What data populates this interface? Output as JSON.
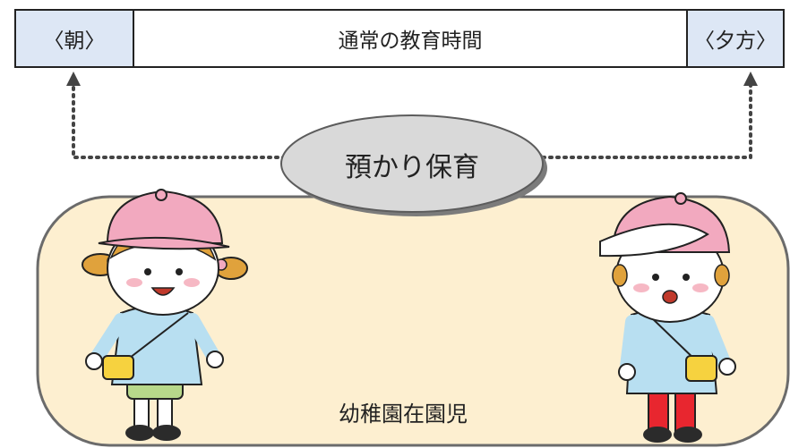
{
  "timeline": {
    "morning": "〈朝〉",
    "regular": "通常の教育時間",
    "evening": "〈夕方〉"
  },
  "childcare": {
    "label": "預かり保育"
  },
  "kindergarten": {
    "label": "幼稚園在園児"
  },
  "colors": {
    "slot_bg": "#dde7f5",
    "panel_bg": "#fdefd0",
    "oval_bg": "#d9d9d9",
    "hat_pink": "#f2a9bf",
    "smock_blue": "#b8dff1",
    "bag_yellow": "#f6d23f"
  },
  "figures": [
    {
      "name": "girl-kindergartner",
      "icon": "girl-icon"
    },
    {
      "name": "boy-kindergartner",
      "icon": "boy-icon"
    }
  ]
}
